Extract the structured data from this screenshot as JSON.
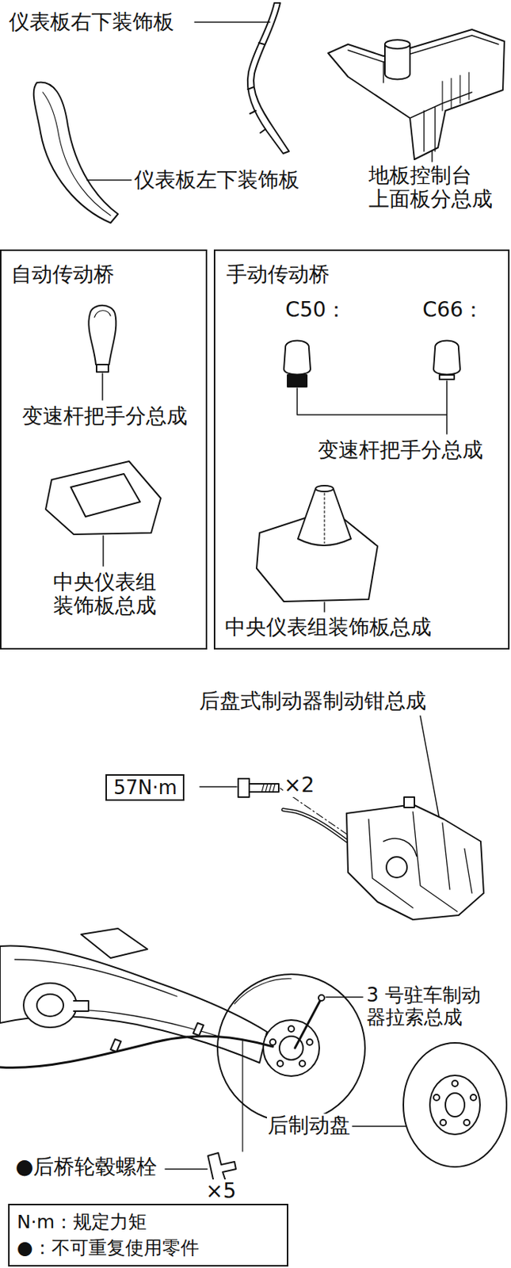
{
  "diagram": {
    "nodes": [
      {
        "text": [
          "自动传动桥",
          "变速杆把手分总成",
          "中央仪表组 装饰板总成"
        ]
      },
      {
        "text": [
          "手动传动桥",
          "C50：",
          "C66：",
          "变速杆把手分总成",
          "中央仪表组装饰板总成"
        ]
      },
      {
        "text": [
          "57N·m"
        ]
      }
    ],
    "labels": [
      "仪表板右下装饰板",
      "仪表板左下装饰板",
      "地板控制台 上面板分总成",
      "后盘式制动器制动钳总成",
      "×2",
      "3 号驻车制动 器拉索总成",
      "后制动盘",
      "●后桥轮毂螺栓",
      "×5"
    ],
    "legend": [
      {
        "text": "N·m：规定力矩"
      },
      {
        "text": "●：不可重复使用零件"
      }
    ]
  }
}
